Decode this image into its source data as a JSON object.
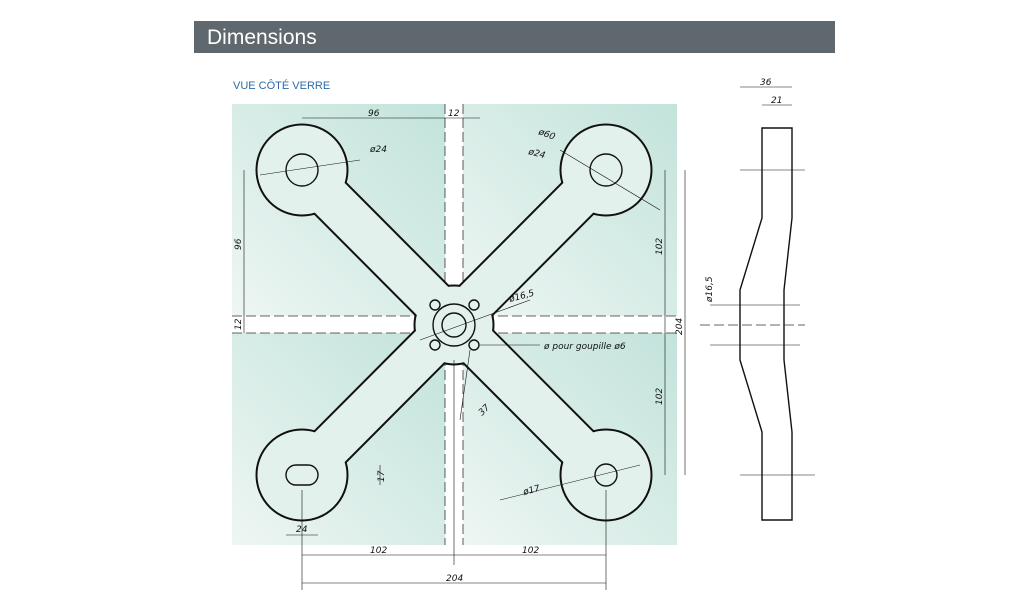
{
  "header": {
    "title": "Dimensions"
  },
  "view_label": "VUE CÔTÉ VERRE",
  "dimensions": {
    "top_width": "96",
    "gap_top": "12",
    "left_height": "96",
    "gap_left": "12",
    "dia_60": "ø60",
    "dia_24_a": "ø24",
    "dia_24_b": "ø24",
    "right_102_top": "102",
    "right_102_bottom": "102",
    "right_204": "204",
    "dia_16_5": "ø16,5",
    "pin": "ø pour goupille ø6",
    "d37": "37",
    "d17_slot": "17",
    "d24_slot": "24",
    "dia_17": "ø17",
    "bottom_102_left": "102",
    "bottom_102_right": "102",
    "bottom_204": "204",
    "side_36": "36",
    "side_21": "21",
    "side_dia_16_5": "ø16,5"
  },
  "colors": {
    "header_bg": "#5f686e",
    "label": "#2a6ca8",
    "glass": "#c9e6df"
  }
}
